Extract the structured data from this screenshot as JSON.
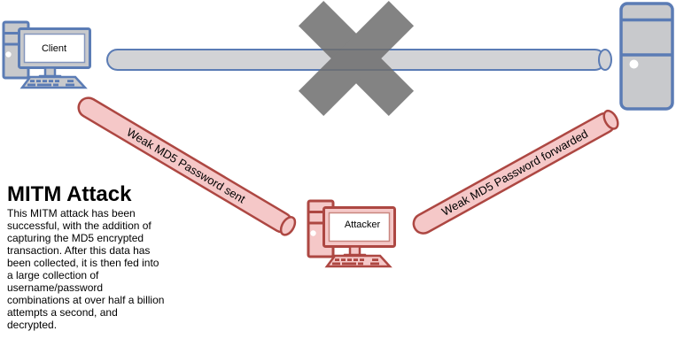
{
  "colors": {
    "blue_stroke": "#5b7cb5",
    "blue_screen_stroke": "#8496bd",
    "gray_fill": "#c8c9cc",
    "pipe_gray_fill": "#d2d3d6",
    "cross_gray": "#6e6e6e",
    "pink_fill": "#f5c8c8",
    "red_stroke": "#ad4742",
    "red_screen_stroke": "#c9867f",
    "text_color": "#000000",
    "background": "#ffffff"
  },
  "icons": {
    "client": "desktop-computer-icon",
    "attacker": "desktop-computer-icon",
    "server": "server-tower-icon",
    "blocked_connection": "cross-icon",
    "connections": "pipe-cylinder"
  },
  "nodes": {
    "client": {
      "label": "Client"
    },
    "attacker": {
      "label": "Attacker"
    }
  },
  "connections": {
    "sent_label": "Weak MD5 Password sent",
    "forwarded_label": "Weak MD5 Password forwarded"
  },
  "annotation": {
    "heading": "MITM Attack",
    "body": "This MITM attack has been\nsuccessful, with the addition of\ncapturing the MD5 encrypted\ntransaction. After this data has\nbeen collected, it is then fed into\na large collection of\nusername/password\ncombinations at over half a billion\nattempts a second, and\ndecrypted."
  }
}
